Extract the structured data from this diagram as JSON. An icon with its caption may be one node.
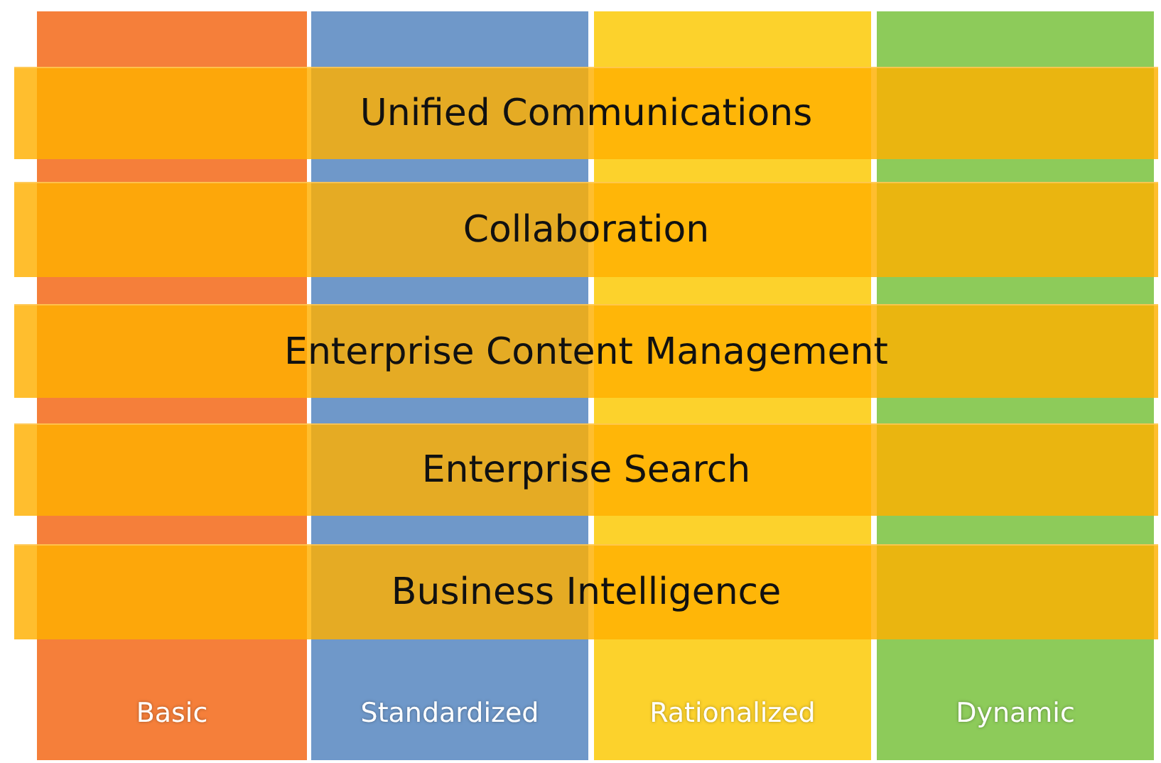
{
  "diagram": {
    "nodes": [
      {
        "text": [
          "Unified Communications"
        ]
      },
      {
        "text": [
          "Collaboration"
        ]
      },
      {
        "text": [
          "Enterprise Content Management"
        ]
      },
      {
        "text": [
          "Enterprise Search"
        ]
      },
      {
        "text": [
          "Business Intelligence"
        ]
      },
      {
        "text": [
          "Basic"
        ]
      },
      {
        "text": [
          "Standardized"
        ]
      },
      {
        "text": [
          "Rationalized"
        ]
      },
      {
        "text": [
          "Dynamic"
        ]
      }
    ]
  }
}
